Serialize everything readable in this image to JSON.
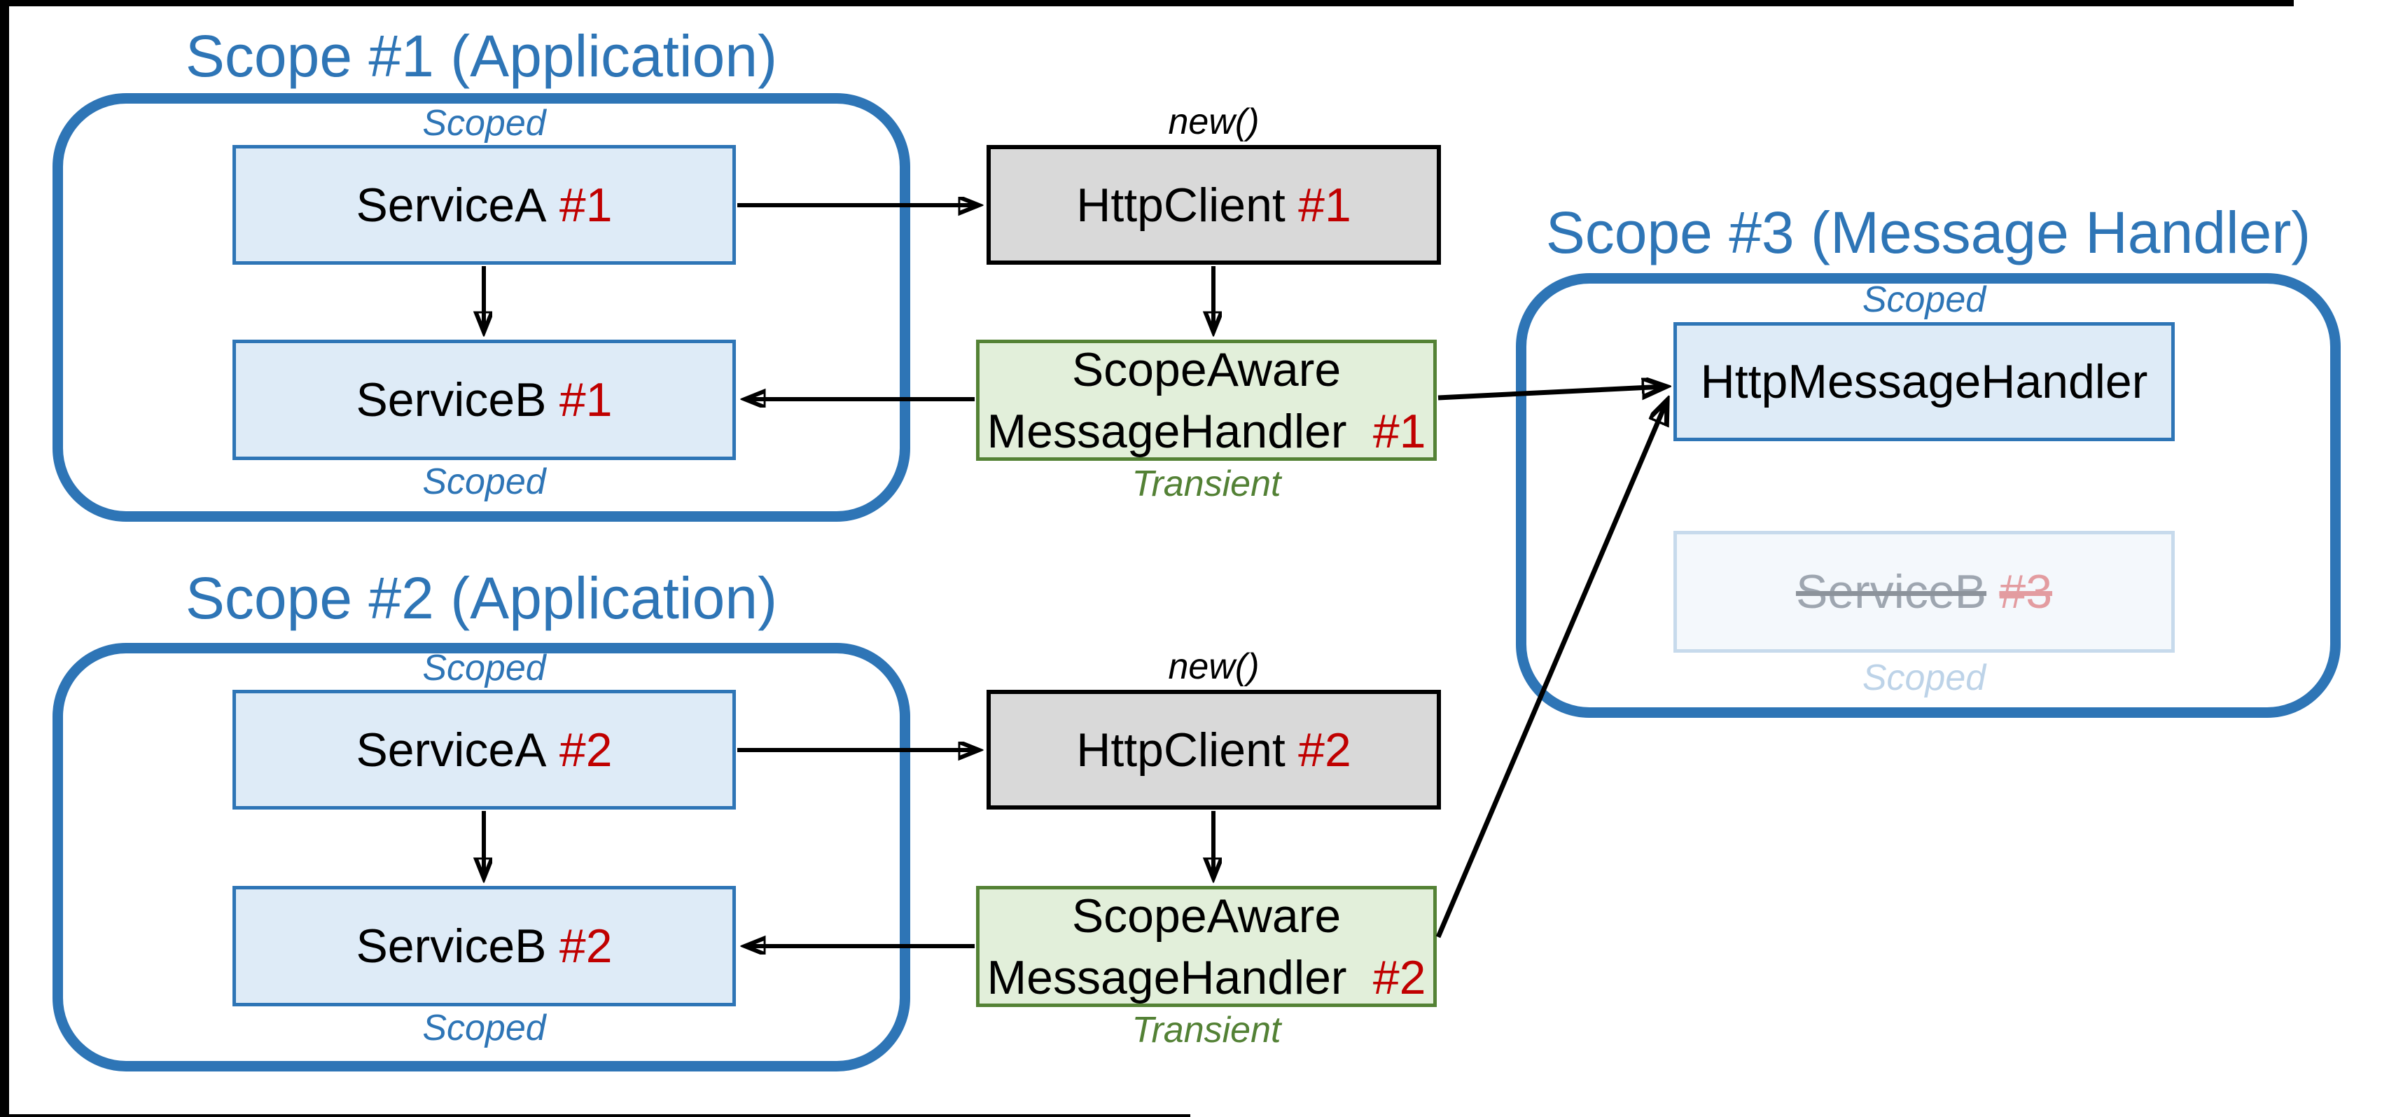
{
  "palette": {
    "accent_blue": "#2E75B6",
    "box_blue_fill": "#DEEBF7",
    "gray_fill": "#D9D9D9",
    "green_fill": "#E2EFDA",
    "green_border": "#548235",
    "green_text": "#538135",
    "red": "#C00000",
    "faded_fill": "#F4F8FC",
    "faded_border": "#C7DAEC",
    "faded_gray": "#9EA6B0",
    "faded_red": "#E39CA0",
    "faded_blue": "#BDD3E8"
  },
  "scope1": {
    "title": "Scope #1 (Application)",
    "scoped_top": "Scoped",
    "scoped_bottom": "Scoped",
    "service_a": {
      "name": "ServiceA",
      "instance": "#1"
    },
    "service_b": {
      "name": "ServiceB",
      "instance": "#1"
    }
  },
  "scope2": {
    "title": "Scope #2 (Application)",
    "scoped_top": "Scoped",
    "scoped_bottom": "Scoped",
    "service_a": {
      "name": "ServiceA",
      "instance": "#2"
    },
    "service_b": {
      "name": "ServiceB",
      "instance": "#2"
    }
  },
  "scope3": {
    "title": "Scope #3 (Message Handler)",
    "scoped_top": "Scoped",
    "scoped_bottom": "Scoped",
    "http_message_handler": {
      "name": "HttpMessageHandler"
    },
    "service_b_disposed": {
      "name": "ServiceB",
      "instance": "#3"
    }
  },
  "http_client1": {
    "annotation": "new()",
    "name": "HttpClient",
    "instance": "#1"
  },
  "http_client2": {
    "annotation": "new()",
    "name": "HttpClient",
    "instance": "#2"
  },
  "message_handler1": {
    "line1": "ScopeAware",
    "line2": "MessageHandler",
    "instance": "#1",
    "annotation": "Transient"
  },
  "message_handler2": {
    "line1": "ScopeAware",
    "line2": "MessageHandler",
    "instance": "#2",
    "annotation": "Transient"
  }
}
